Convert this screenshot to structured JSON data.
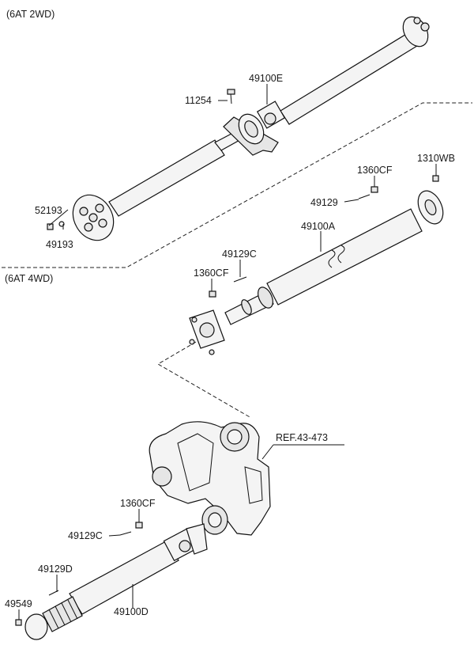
{
  "sections": {
    "two_wd": "(6AT 2WD)",
    "four_wd": "(6AT 4WD)"
  },
  "labels": {
    "p_11254": "11254",
    "p_49100E": "49100E",
    "p_52193": "52193",
    "p_49193": "49193",
    "p_1360CF_a": "1360CF",
    "p_1310WB": "1310WB",
    "p_49129": "49129",
    "p_49100A": "49100A",
    "p_49129C_a": "49129C",
    "p_1360CF_b": "1360CF",
    "p_ref": "REF.43-473",
    "p_1360CF_c": "1360CF",
    "p_49129C_b": "49129C",
    "p_49129D": "49129D",
    "p_49549": "49549",
    "p_49100D": "49100D"
  }
}
